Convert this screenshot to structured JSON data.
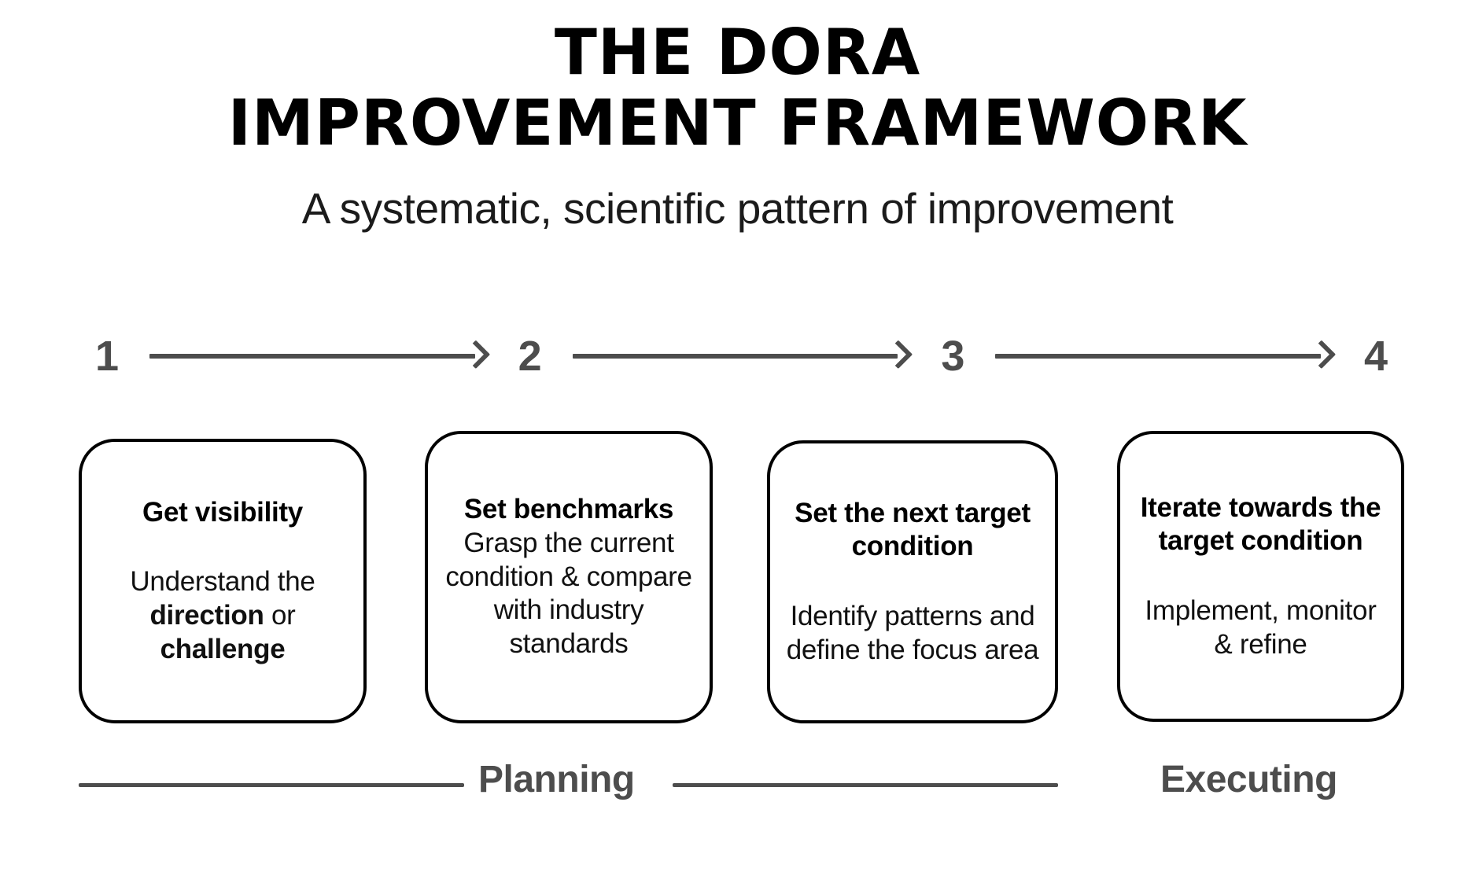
{
  "header": {
    "title_line_1": "THE DORA",
    "title_line_2": "IMPROVEMENT FRAMEWORK",
    "subtitle": "A systematic, scientific pattern of improvement"
  },
  "steps": [
    {
      "number": "1"
    },
    {
      "number": "2"
    },
    {
      "number": "3"
    },
    {
      "number": "4"
    }
  ],
  "cards": [
    {
      "title": "Get visibility",
      "body_prefix": "Understand the ",
      "body_bold_1": "direction",
      "body_middle": " or ",
      "body_bold_2": "challenge",
      "body_suffix": "",
      "spacer": "large"
    },
    {
      "title": "Set benchmarks",
      "body": "Grasp the current condition & compare with industry standards",
      "spacer": "none"
    },
    {
      "title": "Set the next target condition",
      "body": "Identify patterns and define the focus area",
      "spacer": "large"
    },
    {
      "title": "Iterate towards the target condition",
      "body": "Implement, monitor & refine",
      "spacer": "large"
    }
  ],
  "phases": {
    "planning_label": "Planning",
    "executing_label": "Executing"
  },
  "colors": {
    "accent_gray": "#4d4d4d",
    "text_black": "#000000",
    "background": "#ffffff",
    "card_border": "#000000"
  }
}
